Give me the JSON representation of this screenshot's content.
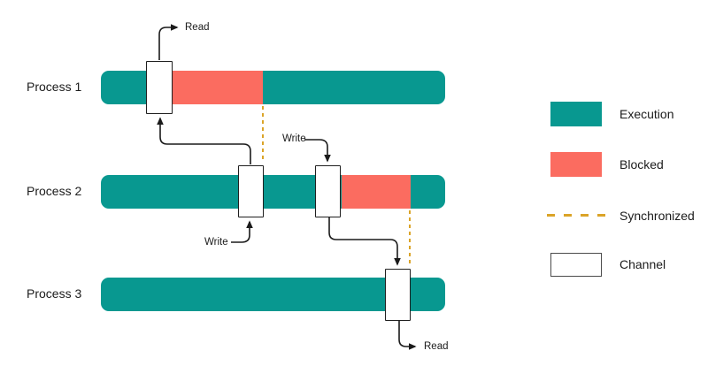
{
  "diagram": {
    "processes": [
      {
        "label": "Process 1"
      },
      {
        "label": "Process 2"
      },
      {
        "label": "Process 3"
      }
    ],
    "io_labels": {
      "read_top": "Read",
      "write_top": "Write",
      "write_bottom": "Write",
      "read_bottom": "Read"
    }
  },
  "legend": {
    "items": [
      {
        "label": "Execution"
      },
      {
        "label": "Blocked"
      },
      {
        "label": "Synchronized"
      },
      {
        "label": "Channel"
      }
    ]
  },
  "colors": {
    "execution": "#089890",
    "blocked": "#FB6C60",
    "synchronized": "#DBA428",
    "line": "#1A1A1A"
  }
}
